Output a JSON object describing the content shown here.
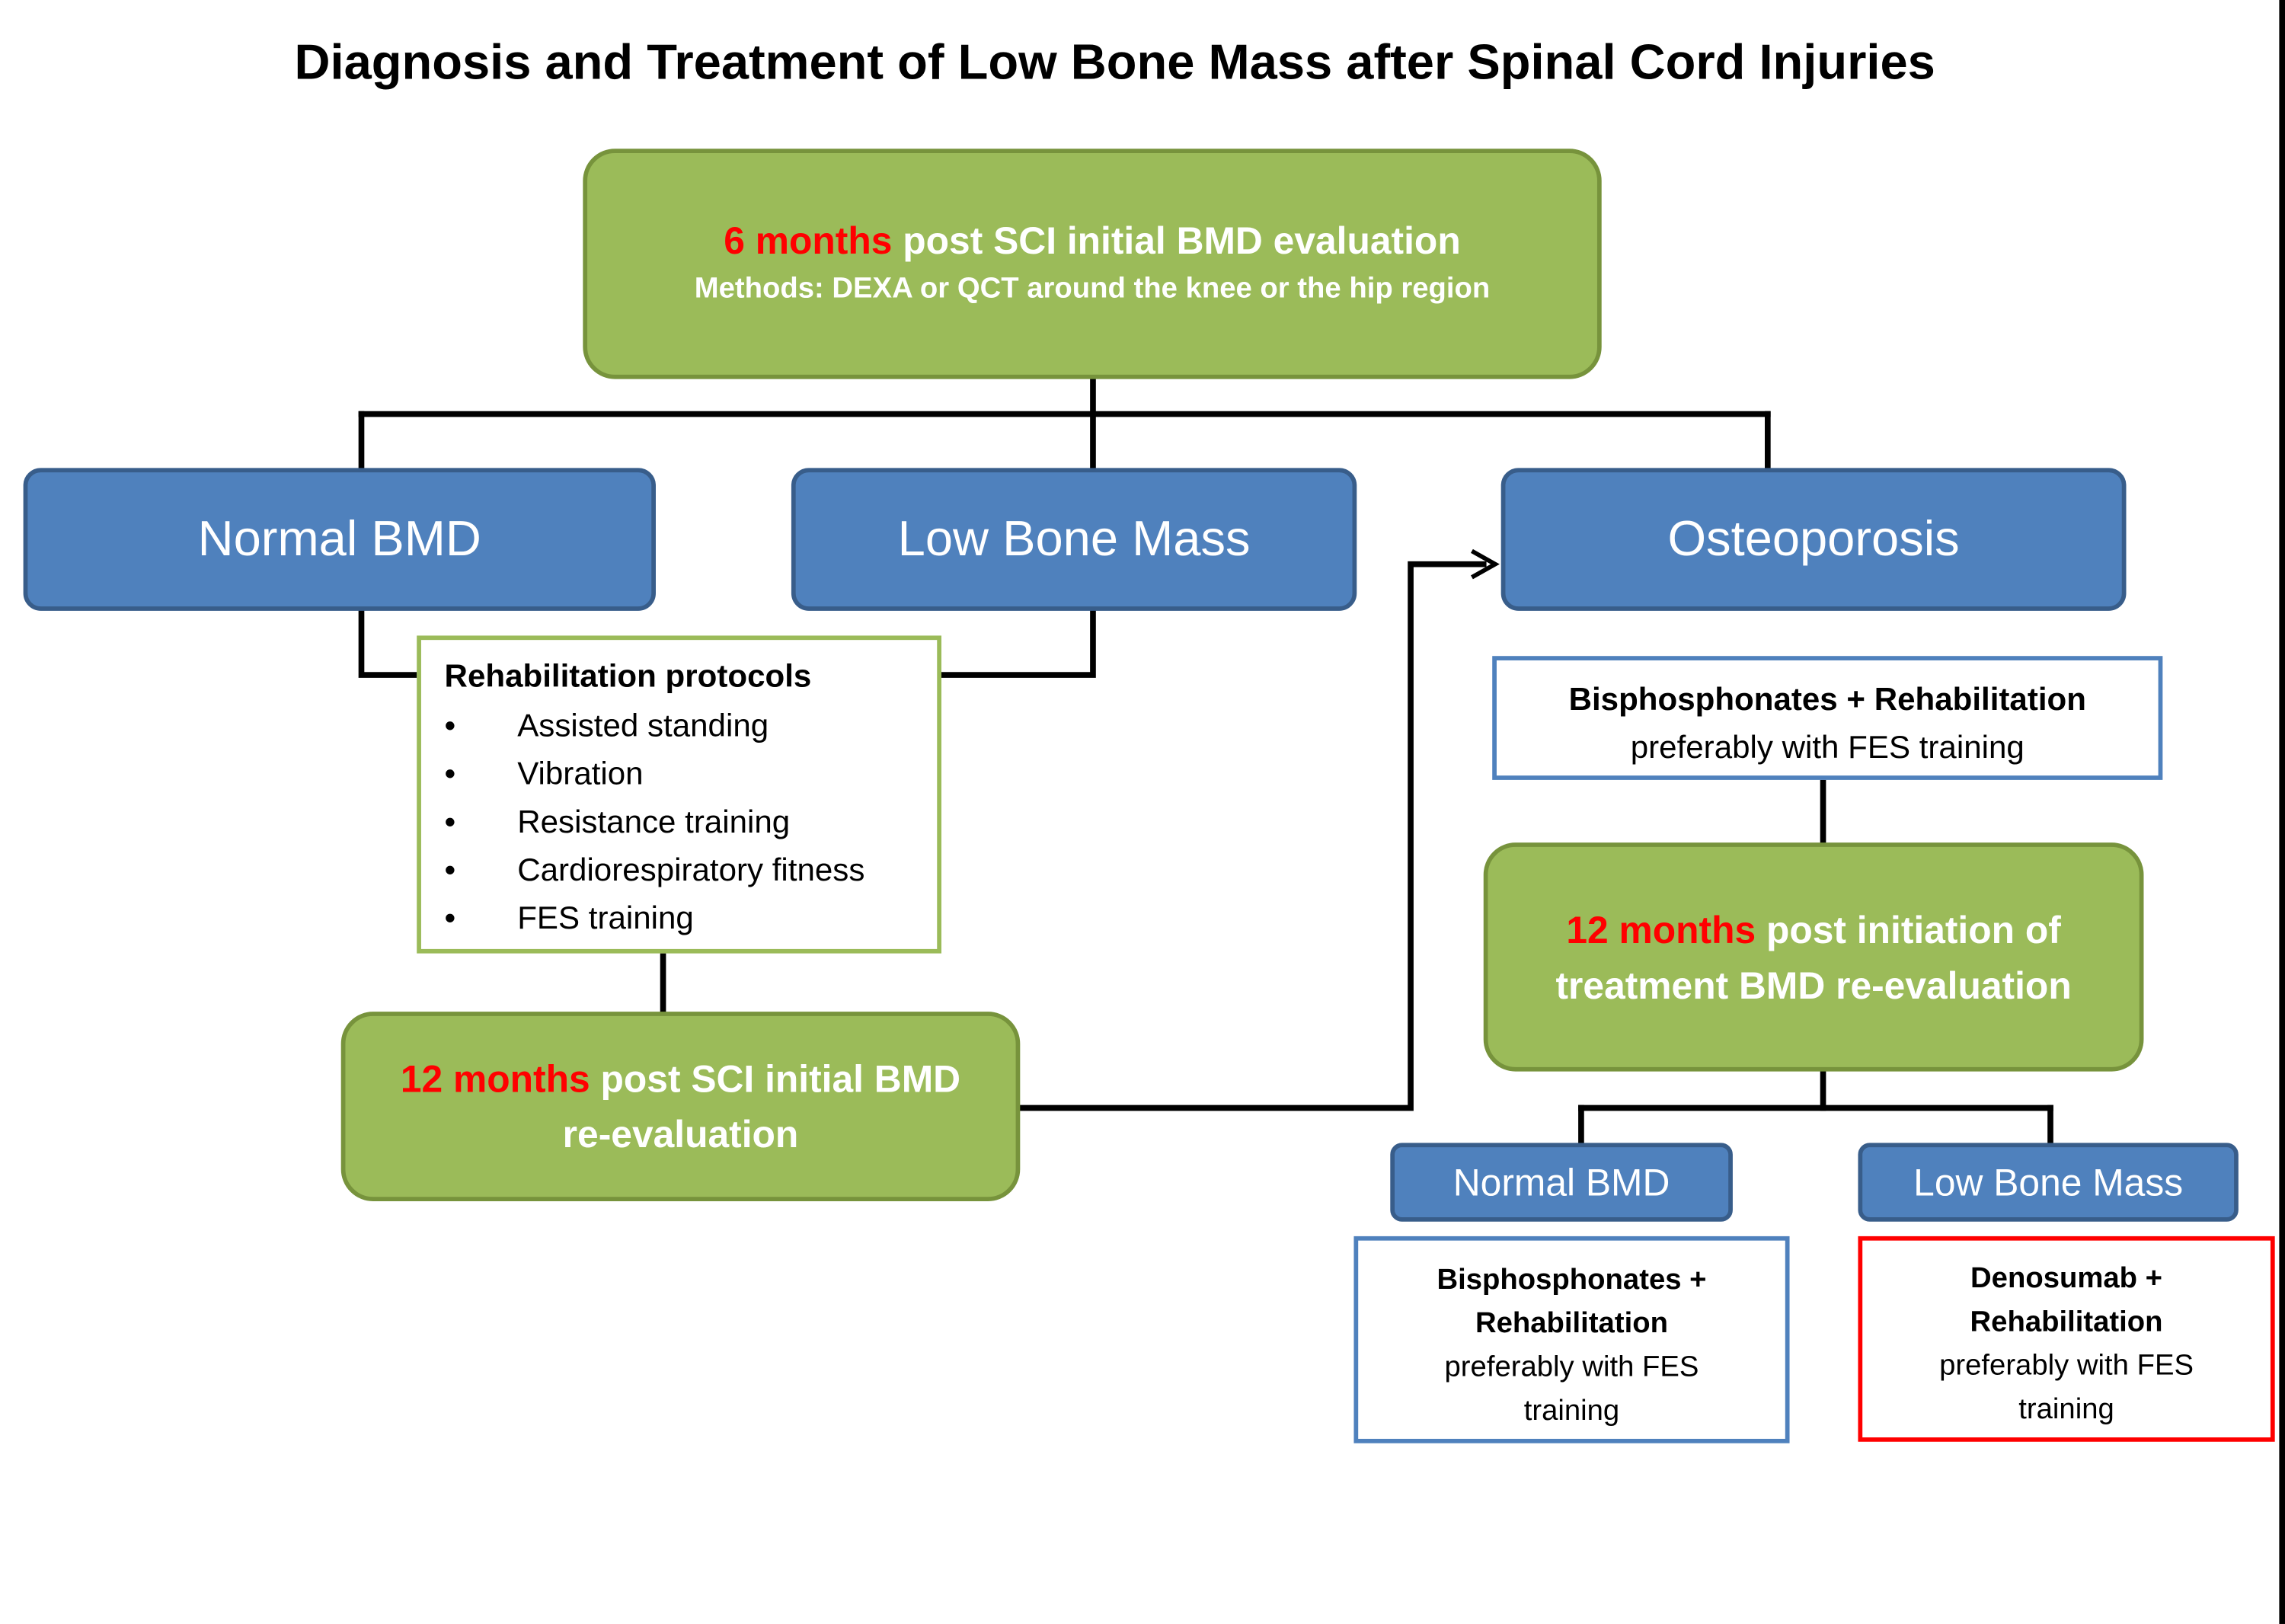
{
  "title": "Diagnosis and Treatment of Low Bone Mass after Spinal Cord Injuries",
  "initial_eval": {
    "highlight": "6 months",
    "rest": " post SCI initial BMD evaluation",
    "methods": "Methods: DEXA or QCT around the knee or the hip region"
  },
  "categories": {
    "normal": "Normal BMD",
    "low": "Low Bone Mass",
    "osteo": "Osteoporosis"
  },
  "rehab": {
    "heading": "Rehabilitation protocols",
    "items": [
      "Assisted standing",
      "Vibration",
      "Resistance training",
      "Cardiorespiratory fitness",
      "FES training"
    ]
  },
  "reeval_12": {
    "highlight": "12 months",
    "line1_rest": " post SCI initial BMD",
    "line2": "re-evaluation"
  },
  "osteo_treatment": {
    "bold": "Bisphosphonates + Rehabilitation",
    "normal": "preferably with FES training"
  },
  "reeval_treatment": {
    "highlight": "12 months",
    "line1_rest": " post initiation of",
    "line2": "treatment BMD re-evaluation"
  },
  "outcomes": {
    "normal": "Normal BMD",
    "low": "Low Bone Mass"
  },
  "outcome_normal_treatment": {
    "bold1": "Bisphosphonates +",
    "bold2": "Rehabilitation",
    "normal1": "preferably with FES",
    "normal2": "training"
  },
  "outcome_low_treatment": {
    "bold1": "Denosumab +",
    "bold2": "Rehabilitation",
    "normal1": "preferably with FES",
    "normal2": "training"
  },
  "colors": {
    "green_fill": "#9bbb59",
    "blue_fill": "#4f81bd",
    "highlight_red": "#ff0000"
  }
}
